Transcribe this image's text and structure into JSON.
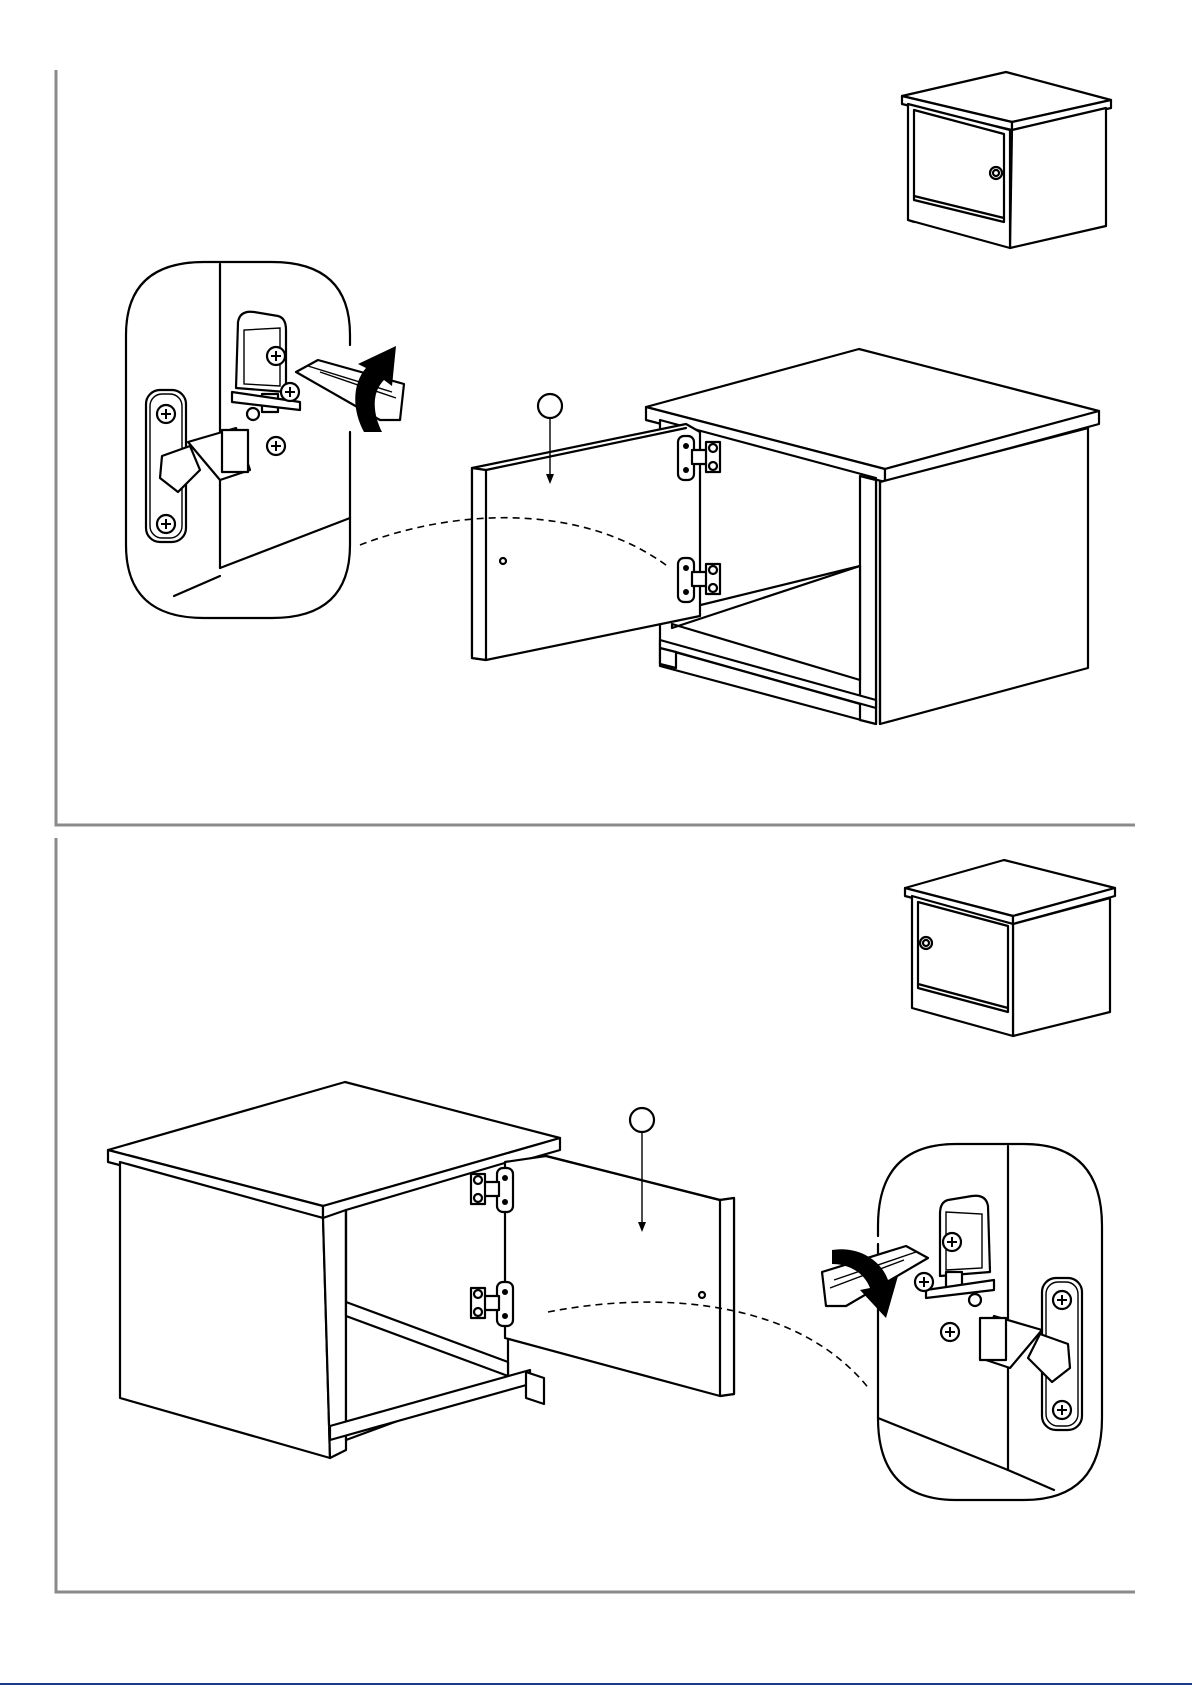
{
  "document": {
    "type": "furniture assembly instructions",
    "steps": [
      {
        "door_side": "left",
        "hinge_adjust_direction": "counter-clockwise",
        "part_marker_label": ""
      },
      {
        "door_side": "right",
        "hinge_adjust_direction": "clockwise",
        "part_marker_label": ""
      }
    ]
  },
  "icons": [
    "screwdriver-icon",
    "rotation-arrow-icon",
    "phillips-screw-icon",
    "hinge-icon"
  ],
  "colors": {
    "line": "#000000",
    "frame": "#8a8a8a",
    "footer_bar": "#1c3a8a"
  }
}
